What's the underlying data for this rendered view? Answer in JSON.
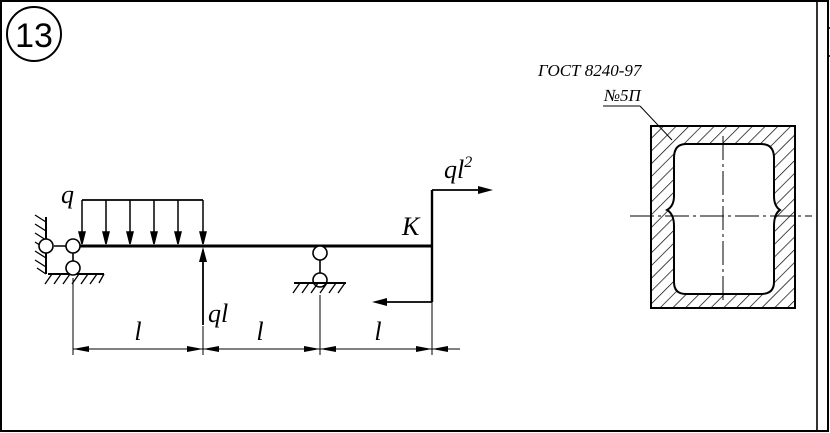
{
  "problem": {
    "number": "13"
  },
  "beam": {
    "load_q": "q",
    "force_ql": "ql",
    "moment_label": "ql",
    "moment_power": "2",
    "point_k": "K",
    "span_1": "l",
    "span_2": "l",
    "span_3": "l"
  },
  "section": {
    "standard": "ГОСТ 8240-97",
    "profile": "№5П"
  }
}
